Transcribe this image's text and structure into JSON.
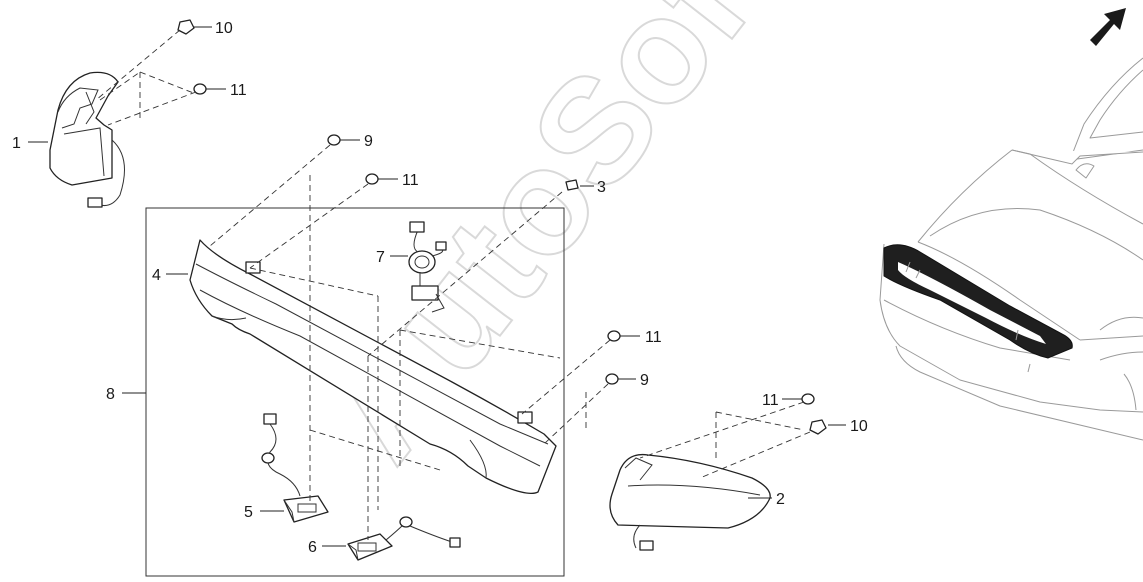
{
  "watermark": "AutoSoft",
  "callouts": {
    "p1": "1",
    "p2": "2",
    "p3": "3",
    "p4": "4",
    "p5": "5",
    "p6": "6",
    "p7": "7",
    "p8": "8",
    "p9a": "9",
    "p9b": "9",
    "p10a": "10",
    "p10b": "10",
    "p11a": "11",
    "p11b": "11",
    "p11c": "11",
    "p11d": "11"
  },
  "colors": {
    "line": "#222222",
    "car": "#9a9a9a",
    "highlight": "#1f1f1f",
    "watermark": "#d9d9d9"
  },
  "icons": {
    "direction_arrow": "forward-direction-arrow-icon"
  }
}
